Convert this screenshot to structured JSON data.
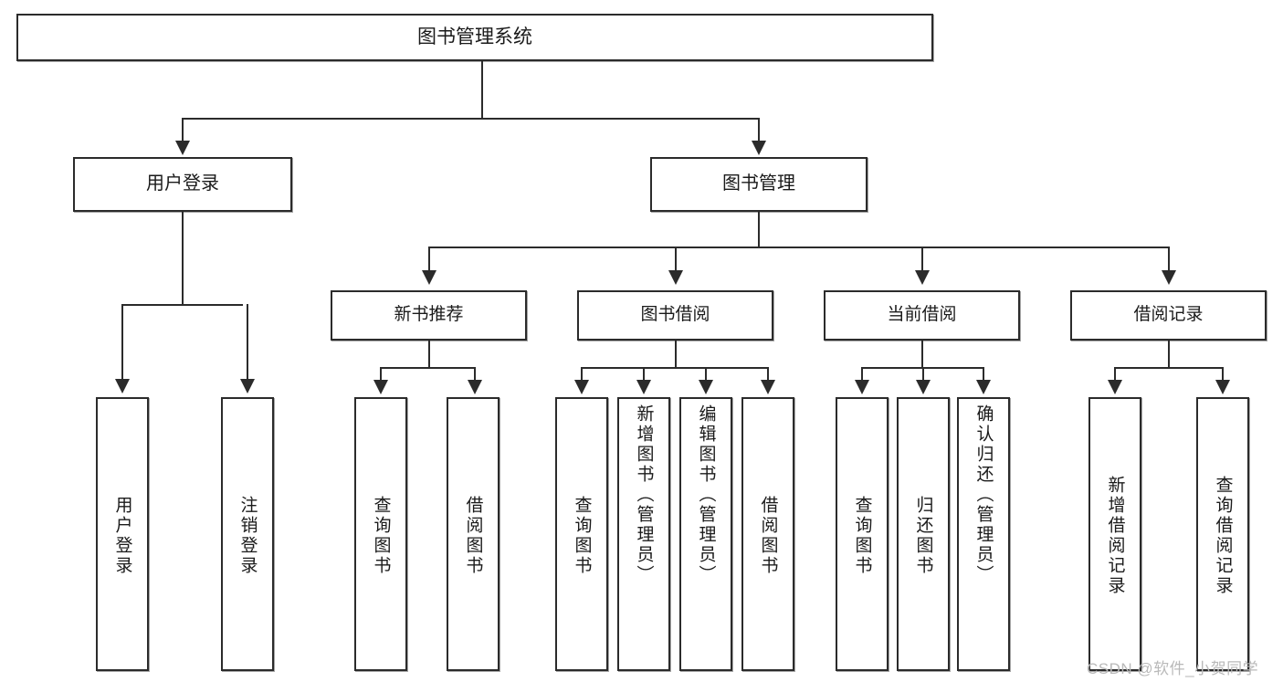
{
  "diagram": {
    "title": "图书管理系统",
    "type": "tree-hierarchy",
    "root": {
      "label": "图书管理系统"
    },
    "level2": [
      {
        "label": "用户登录"
      },
      {
        "label": "图书管理"
      }
    ],
    "level3": [
      {
        "label": "新书推荐",
        "parent": "图书管理"
      },
      {
        "label": "图书借阅",
        "parent": "图书管理"
      },
      {
        "label": "当前借阅",
        "parent": "图书管理"
      },
      {
        "label": "借阅记录",
        "parent": "图书管理"
      }
    ],
    "leaves": {
      "user_login": [
        {
          "label": "用户登录"
        },
        {
          "label": "注销登录"
        }
      ],
      "new_book_rec": [
        {
          "label": "查询图书"
        },
        {
          "label": "借阅图书"
        }
      ],
      "book_borrow": [
        {
          "label": "查询图书"
        },
        {
          "label": "新增图书（管理员）"
        },
        {
          "label": "编辑图书（管理员）"
        },
        {
          "label": "借阅图书"
        }
      ],
      "current_borrow": [
        {
          "label": "查询图书"
        },
        {
          "label": "归还图书"
        },
        {
          "label": "确认归还（管理员）"
        }
      ],
      "borrow_record": [
        {
          "label": "新增借阅记录"
        },
        {
          "label": "查询借阅记录"
        }
      ]
    }
  },
  "watermark": {
    "text": "CSDN @软件_小贺同学"
  },
  "colors": {
    "stroke": "#2b2b2b",
    "background": "#ffffff",
    "text": "#1a1a1a",
    "watermark": "#b9b9b9"
  }
}
